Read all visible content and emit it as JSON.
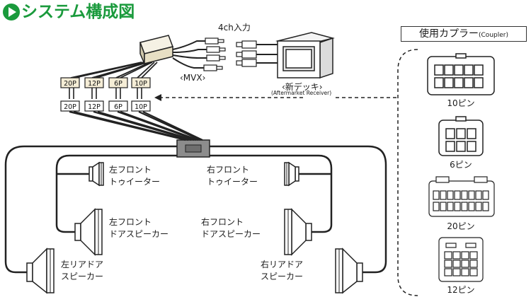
{
  "header": {
    "title": "システム構成図",
    "icon_color": "#1a9a3c",
    "title_color": "#1a9a3c"
  },
  "labels": {
    "input_4ch": "4ch入力",
    "mvx": "‹MVX›",
    "new_deck": "‹新デッキ›",
    "new_deck_en": "(Aftermarket Receiver)",
    "front_left_tweeter_l1": "左フロント",
    "front_left_tweeter_l2": "トゥイーター",
    "front_right_tweeter_l1": "右フロント",
    "front_right_tweeter_l2": "トゥイーター",
    "front_left_door_l1": "左フロント",
    "front_left_door_l2": "ドアスピーカー",
    "front_right_door_l1": "右フロント",
    "front_right_door_l2": "ドアスピーカー",
    "rear_left_l1": "左リアドア",
    "rear_left_l2": "スピーカー",
    "rear_right_l1": "右リアドア",
    "rear_right_l2": "スピーカー"
  },
  "connector_chips": {
    "top_row": [
      "20P",
      "12P",
      "6P",
      "10P"
    ],
    "bottom_row": [
      "20P",
      "12P",
      "6P",
      "10P"
    ]
  },
  "couplers": {
    "title": "使用カプラー",
    "title_en": "(Coupler)",
    "items": [
      "10ピン",
      "6ピン",
      "20ピン",
      "12ピン"
    ]
  }
}
